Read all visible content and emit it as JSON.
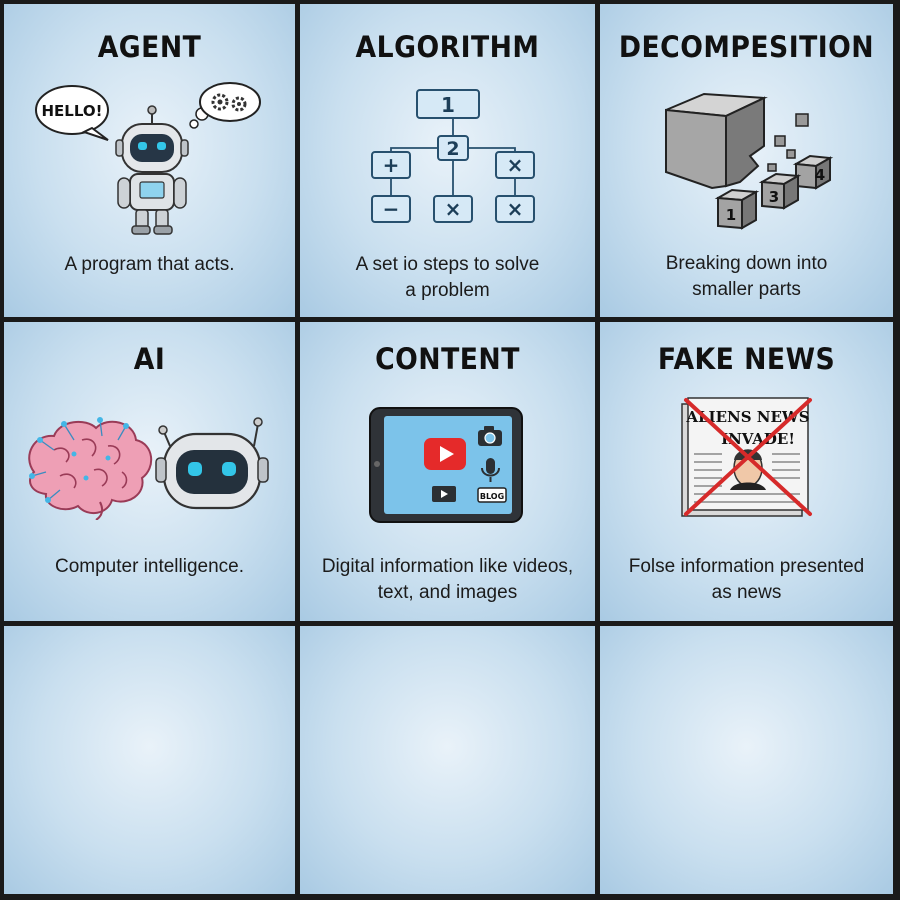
{
  "cells": [
    {
      "title": "AGENT",
      "caption_lines": [
        "A program that acts."
      ],
      "icons": [
        "robot-icon",
        "speech-bubble-icon",
        "thought-gears-icon"
      ],
      "bubble_text": "HELLO!"
    },
    {
      "title": "ALGORITHM",
      "caption_lines": [
        "A set io steps to solve",
        "a problem"
      ],
      "icons": [
        "flowchart-icon"
      ],
      "flow_labels": [
        "1",
        "2",
        "+",
        "×",
        "−",
        "×",
        "×"
      ]
    },
    {
      "title": "DECOMPESITION",
      "caption_lines": [
        "Breaking down into",
        "smaller parts"
      ],
      "icons": [
        "cube-breaking-icon"
      ],
      "block_labels": [
        "1",
        "3",
        "4"
      ]
    },
    {
      "title": "AI",
      "caption_lines": [
        "Computer intelligence."
      ],
      "icons": [
        "brain-icon",
        "robot-head-icon"
      ]
    },
    {
      "title": "CONTENT",
      "caption_lines": [
        "Digital information like videos,",
        "text, and images"
      ],
      "icons": [
        "tablet-icon",
        "play-button-icon",
        "camera-icon",
        "microphone-icon",
        "video-icon",
        "blog-icon"
      ],
      "blog_label": "BLOG"
    },
    {
      "title": "FAKE NEWS",
      "caption_lines": [
        "Folse information presented",
        "as news"
      ],
      "icons": [
        "newspaper-icon",
        "red-x-icon"
      ],
      "headline_lines": [
        "ALIENS NEWS",
        "INVADE!"
      ]
    },
    {
      "title": "",
      "caption_lines": []
    },
    {
      "title": "",
      "caption_lines": []
    },
    {
      "title": "",
      "caption_lines": []
    }
  ],
  "colors": {
    "grid_line": "#1a1a1a",
    "panel_bg": "#c9dfef",
    "accent_red": "#d62a2a",
    "robot_eye": "#33c6e8"
  }
}
